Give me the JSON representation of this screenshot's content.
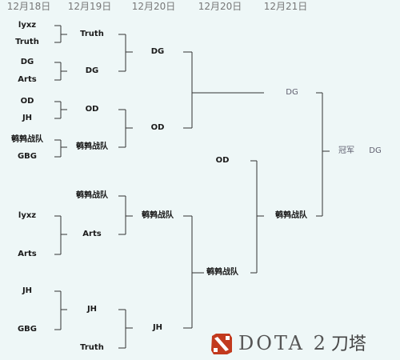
{
  "headers": [
    "12月18日",
    "12月19日",
    "12月20日",
    "12月20日",
    "12月21日"
  ],
  "round1": [
    "lyxz",
    "Truth",
    "DG",
    "Arts",
    "OD",
    "JH",
    "鹌鹑战队",
    "GBG",
    "lyxz",
    "Arts",
    "JH",
    "GBG"
  ],
  "round2": [
    "Truth",
    "DG",
    "OD",
    "鹌鹑战队",
    "鹌鹑战队",
    "Arts",
    "JH",
    "Truth"
  ],
  "round3": [
    "DG",
    "OD",
    "鹌鹑战队",
    "JH"
  ],
  "round4": [
    "OD",
    "鹌鹑战队"
  ],
  "round5": [
    "DG",
    "鹌鹑战队"
  ],
  "champion": {
    "label": "冠军",
    "team": "DG"
  },
  "logo": {
    "text": "DOTA 2",
    "cn": "刀塔",
    "accent": "#c23a1e"
  },
  "colors": {
    "line": "#333333",
    "bg": "#eef7f7"
  }
}
